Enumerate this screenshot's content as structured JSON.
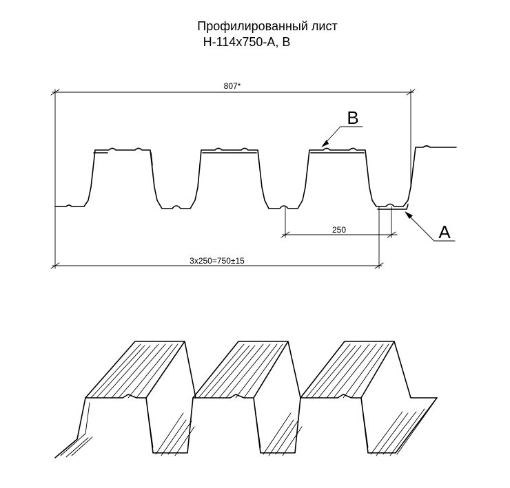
{
  "title": {
    "line1": "Профилированный лист",
    "line2": "Н-114х750-А, В"
  },
  "dimensions": {
    "overall": "807*",
    "pitch": "250",
    "total": "3х250=750±15"
  },
  "callouts": {
    "b": "В",
    "a": "А"
  }
}
